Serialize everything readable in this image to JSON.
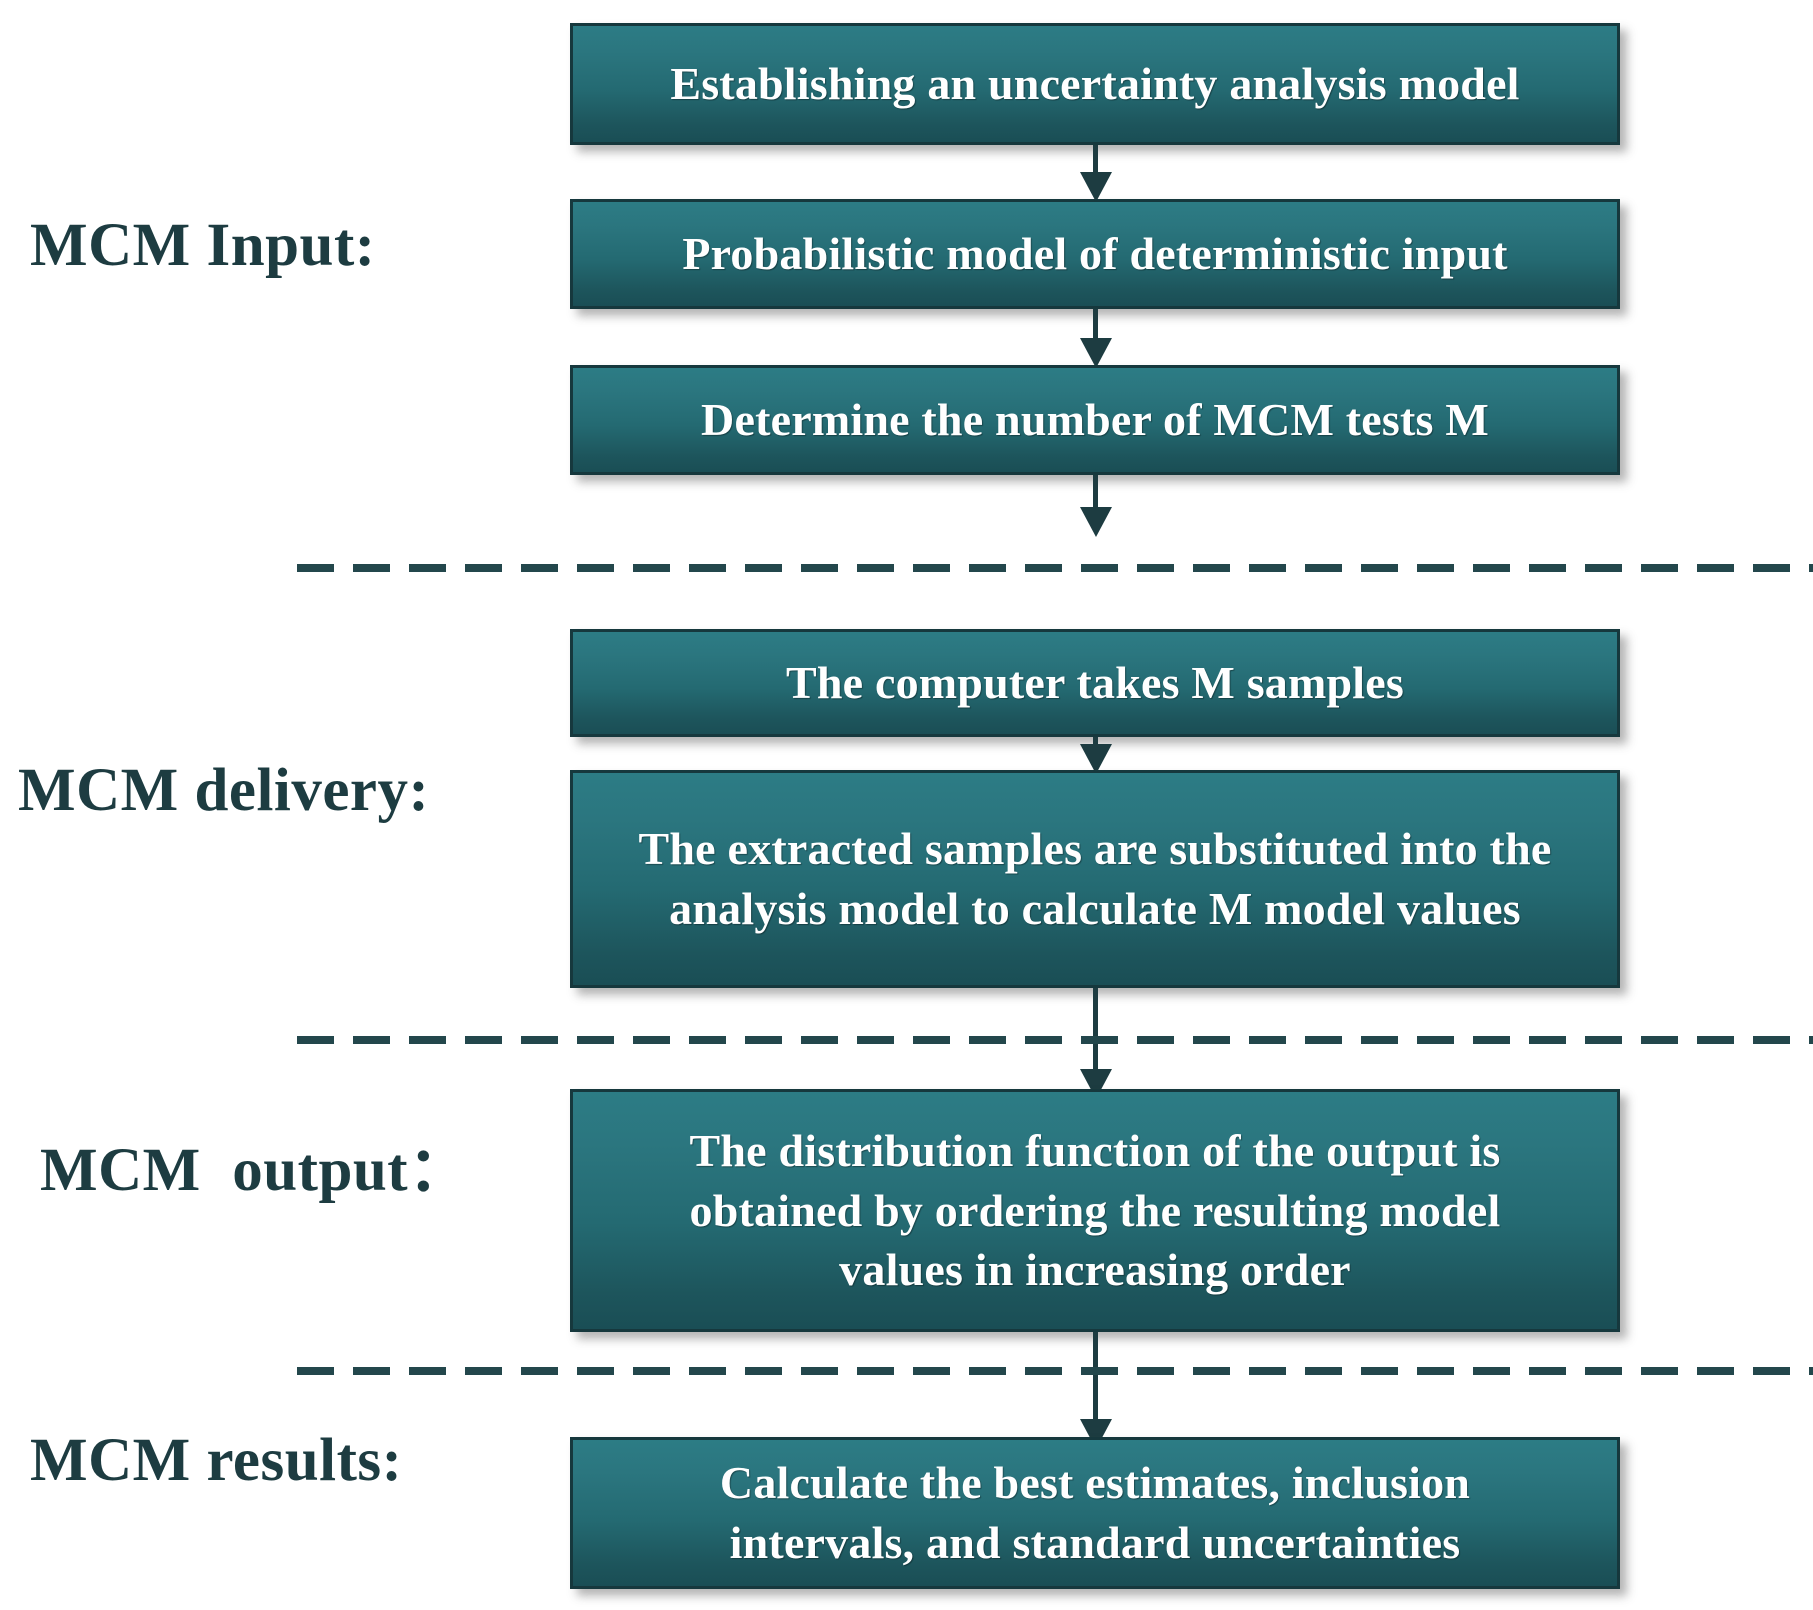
{
  "diagram": {
    "title": "MCM uncertainty analysis flowchart",
    "accent_color": "#26707a",
    "box_border_color": "#16383d",
    "label_color": "#1d3c41",
    "text_color": "#ffffff",
    "stages": [
      {
        "id": "input",
        "label": "MCM Input:"
      },
      {
        "id": "delivery",
        "label": "MCM delivery:"
      },
      {
        "id": "output",
        "label": "MCM  output："
      },
      {
        "id": "results",
        "label": "MCM results:"
      }
    ],
    "nodes": [
      {
        "id": "n1",
        "stage": "input",
        "text": "Establishing an uncertainty analysis model"
      },
      {
        "id": "n2",
        "stage": "input",
        "text": "Probabilistic model of deterministic input"
      },
      {
        "id": "n3",
        "stage": "input",
        "text": "Determine the number of MCM tests M"
      },
      {
        "id": "n4",
        "stage": "delivery",
        "text": "The computer takes M samples"
      },
      {
        "id": "n5",
        "stage": "delivery",
        "text": "The extracted samples are substituted into the analysis model to calculate M model values"
      },
      {
        "id": "n6",
        "stage": "output",
        "text": "The distribution function of the output is obtained by ordering the resulting model values in increasing order"
      },
      {
        "id": "n7",
        "stage": "results",
        "text": "Calculate the best estimates, inclusion intervals, and standard uncertainties"
      }
    ],
    "connectors": [
      {
        "id": "c1",
        "from": "n1",
        "to": "n2"
      },
      {
        "id": "c2",
        "from": "n2",
        "to": "n3"
      },
      {
        "id": "c3",
        "from": "n3",
        "to": "n4"
      },
      {
        "id": "c4",
        "from": "n4",
        "to": "n5"
      },
      {
        "id": "c5",
        "from": "n5",
        "to": "n6"
      },
      {
        "id": "c6",
        "from": "n6",
        "to": "n7"
      }
    ],
    "dividers": [
      {
        "id": "d1",
        "between": "input / delivery"
      },
      {
        "id": "d2",
        "between": "delivery / output"
      },
      {
        "id": "d3",
        "between": "output / results"
      }
    ]
  }
}
